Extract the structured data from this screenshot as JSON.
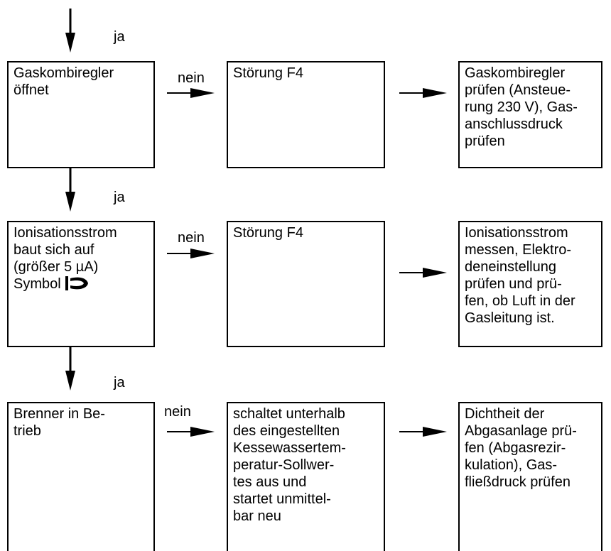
{
  "edge_labels": {
    "yes": "ja",
    "no": "nein"
  },
  "rows": [
    {
      "condition": [
        "Gaskombiregler",
        "öffnet"
      ],
      "fault": [
        "Störung F4"
      ],
      "action": [
        "Gaskombiregler",
        "prüfen (Ansteue-",
        "rung 230 V), Gas-",
        "anschlussdruck",
        "prüfen"
      ]
    },
    {
      "condition": [
        "Ionisationsstrom",
        "baut sich auf",
        "(größer 5 µA)",
        "Symbol"
      ],
      "condition_icon": "flame-symbol-icon",
      "fault": [
        "Störung F4"
      ],
      "action": [
        "Ionisationsstrom",
        "messen, Elektro-",
        "deneinstellung",
        "prüfen und prü-",
        "fen, ob Luft in der",
        "Gasleitung ist."
      ]
    },
    {
      "condition": [
        "Brenner in Be-",
        "trieb"
      ],
      "fault": [
        "schaltet unterhalb",
        "des eingestellten",
        "Kessewassertem-",
        "peratur-Sollwer-",
        "tes aus und",
        "startet unmittel-",
        "bar neu"
      ],
      "action": [
        "Dichtheit der",
        "Abgasanlage prü-",
        "fen (Abgasrezir-",
        "kulation), Gas-",
        "fließdruck prüfen"
      ]
    }
  ]
}
